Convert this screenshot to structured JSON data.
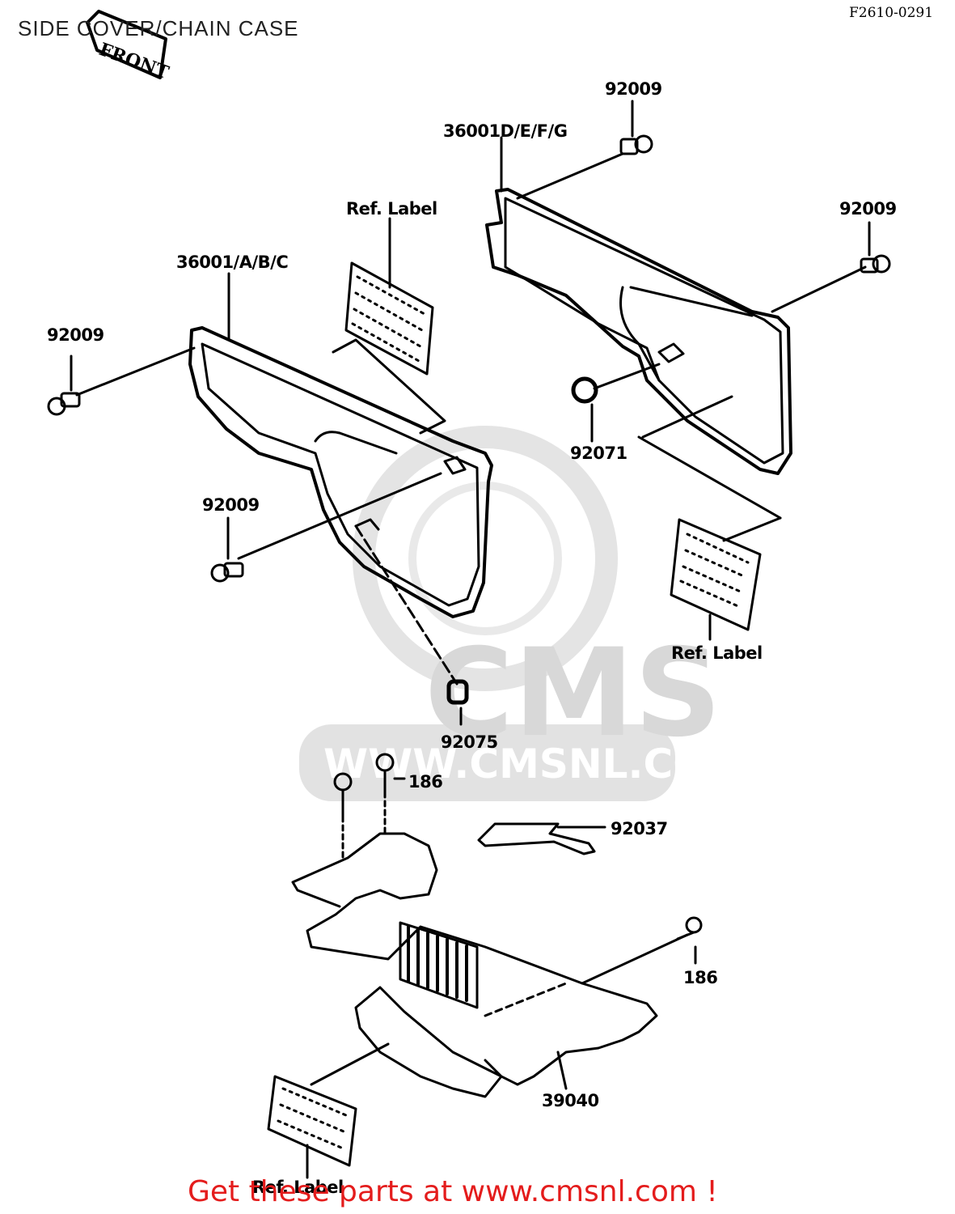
{
  "header": {
    "title": "SIDE COVER/CHAIN CASE",
    "diagram_code": "F2610-0291"
  },
  "front_marker": "FRONT",
  "watermark": {
    "logo": "CMS",
    "url": "WWW.CMSNL.COM"
  },
  "parts": {
    "bolt_92009_top": "92009",
    "cover_right": "36001D/E/F/G",
    "bolt_92009_right": "92009",
    "ref_label_top": "Ref. Label",
    "cover_left": "36001/A/B/C",
    "bolt_92009_left": "92009",
    "grommet_92071": "92071",
    "bolt_92009_mid": "92009",
    "ref_label_right": "Ref. Label",
    "damper_92075": "92075",
    "bolt_186_top": "186",
    "clamp_92037": "92037",
    "bolt_186_right": "186",
    "chain_case_39040": "39040",
    "ref_label_bottom": "Ref. Label"
  },
  "footer": {
    "text": "Get these parts at www.cmsnl.com !"
  }
}
